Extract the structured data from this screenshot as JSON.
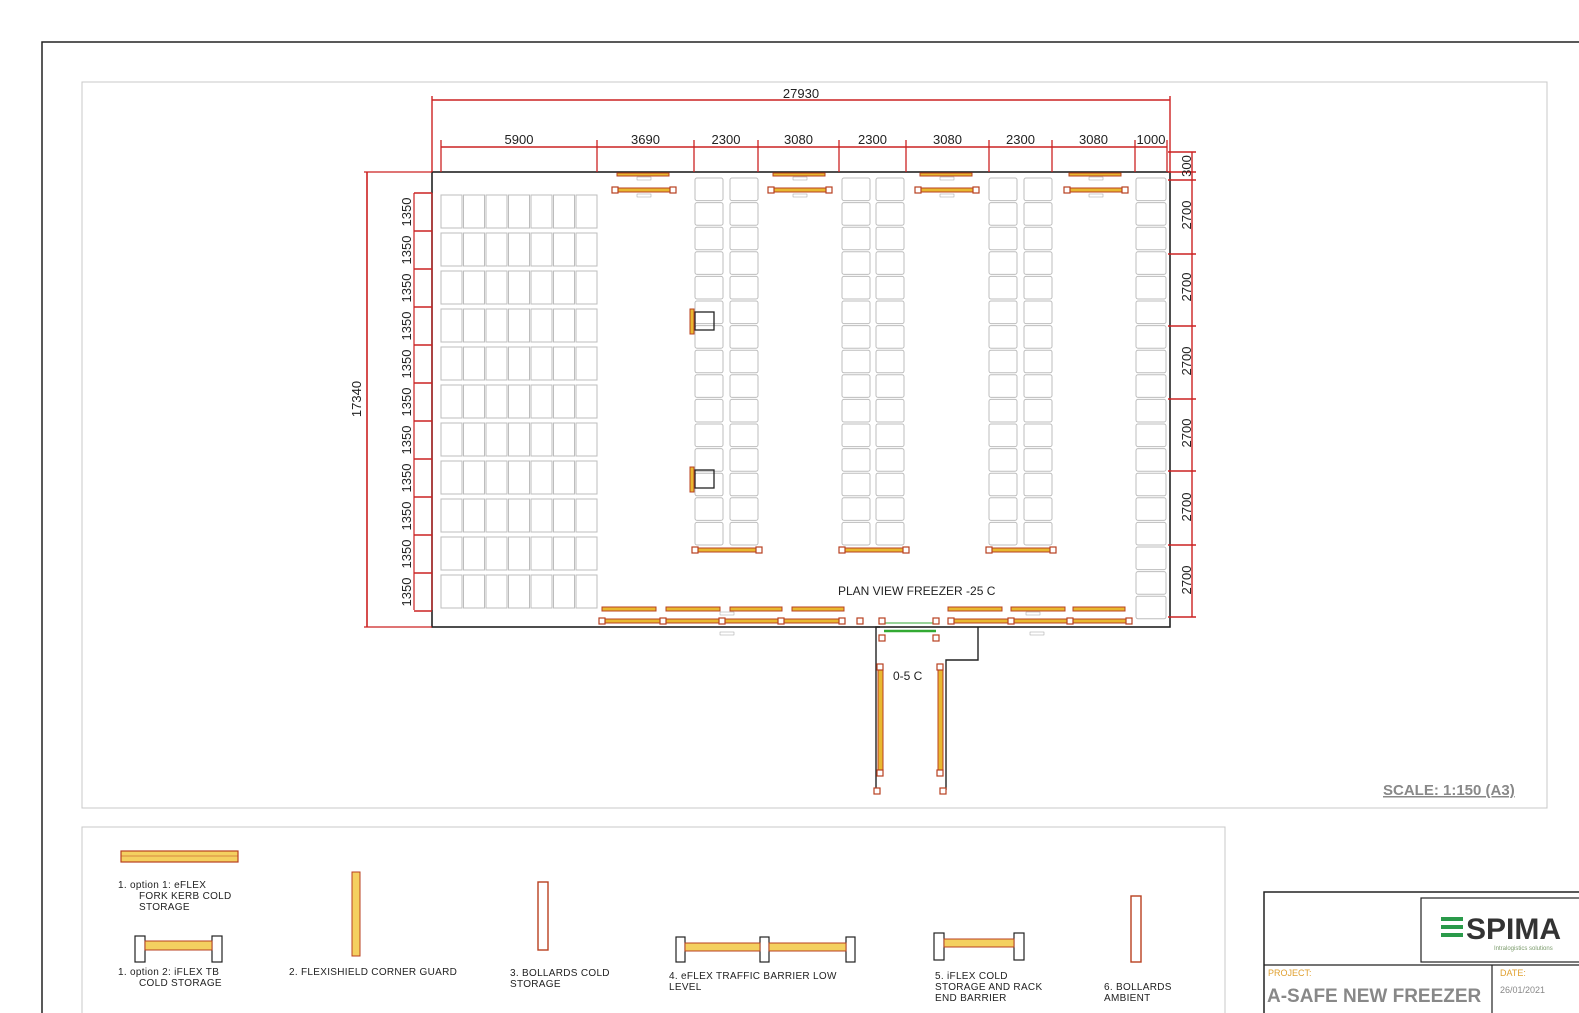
{
  "drawing": {
    "overall_width": "27930",
    "overall_depth": "17340",
    "top_dims": [
      "5900",
      "3690",
      "2300",
      "3080",
      "2300",
      "3080",
      "2300",
      "3080",
      "1000"
    ],
    "left_dims": [
      "1350",
      "1350",
      "1350",
      "1350",
      "1350",
      "1350",
      "1350",
      "1350",
      "1350",
      "1350",
      "1350"
    ],
    "right_dims": [
      "300",
      "2700",
      "2700",
      "2700",
      "2700",
      "2700",
      "2700"
    ],
    "title": "PLAN VIEW FREEZER -25 C",
    "anteroom_label": "0-5 C",
    "scale": "SCALE: 1:150 (A3)"
  },
  "legend": {
    "items": [
      {
        "label": "1. option 1: eFLEX FORK KERB COLD STORAGE"
      },
      {
        "label": "1. option 2: iFLEX TB COLD STORAGE"
      },
      {
        "label": "2. FLEXISHIELD CORNER GUARD"
      },
      {
        "label": "3. BOLLARDS COLD STORAGE"
      },
      {
        "label": "4. eFLEX TRAFFIC BARRIER LOW LEVEL"
      },
      {
        "label": "5. iFLEX COLD STORAGE AND RACK END BARRIER"
      },
      {
        "label": "6. BOLLARDS AMBIENT"
      }
    ]
  },
  "title_block": {
    "logo": "SPIMA",
    "logo_tagline": "Intralogistics solutions",
    "project_label": "PROJECT:",
    "project_name": "A-SAFE NEW FREEZER",
    "date_label": "DATE:",
    "date_value": "26/01/2021"
  },
  "colors": {
    "dimension": "#cc2222",
    "wall": "#222222",
    "barrier": "#e8b830",
    "barrier_edge": "#b84020",
    "rack": "#bdbdbd",
    "door": "#33aa33"
  }
}
